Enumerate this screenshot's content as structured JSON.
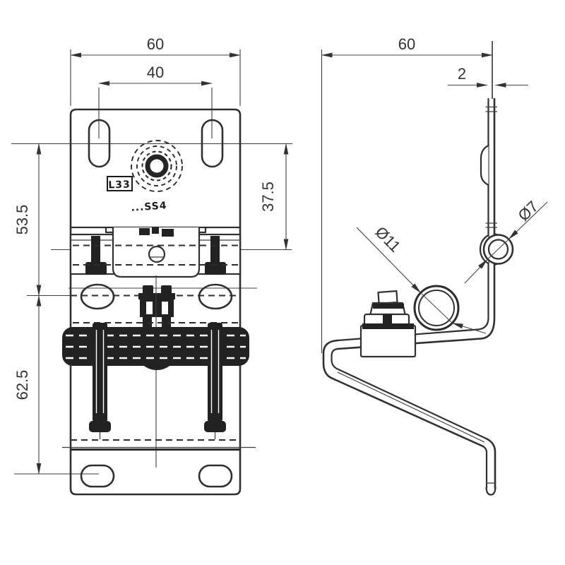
{
  "drawing": {
    "front_view": {
      "dim_width": "60",
      "dim_slot_spacing": "40",
      "dim_upper_height": "53.5",
      "dim_lower_height": "62.5",
      "dim_boss_height": "37.5",
      "stamp_mark_1": "L33",
      "stamp_mark_2": "...SS4"
    },
    "side_view": {
      "dim_depth": "60",
      "dim_thickness": "2",
      "dim_loop_diameter": "Ø11",
      "dim_hole_diameter": "Ø7"
    },
    "colors": {
      "line": "#303030",
      "dim": "#3c3c3c",
      "background": "#ffffff"
    }
  }
}
